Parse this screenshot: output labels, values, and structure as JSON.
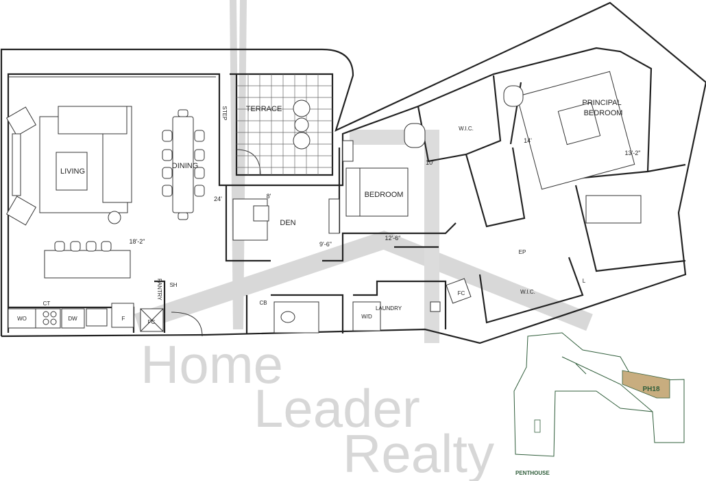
{
  "rooms": {
    "living": "LIVING",
    "dining": "DINING",
    "terrace": "TERRACE",
    "step": "STEP",
    "den": "DEN",
    "bedroom": "BEDROOM",
    "wic1": "W.I.C.",
    "principal_1": "PRINCIPAL",
    "principal_2": "BEDROOM",
    "wic2": "W.I.C.",
    "ep": "EP",
    "l": "L",
    "fc1": "FC",
    "fc2": "FC",
    "laundry": "LAUNDRY",
    "wd": "W/D",
    "cb": "CB",
    "wo": "WO",
    "ct": "CT",
    "dw": "DW",
    "f": "F",
    "pantry": "PANTRY",
    "sh": "SH"
  },
  "dimensions": {
    "living": "18'-2\"",
    "living_depth": "24'",
    "den_depth": "8'",
    "den_width": "9'-6\"",
    "bedroom_width": "12'-6\"",
    "bedroom_depth": "10'",
    "principal_depth": "14'",
    "principal_width": "13'-2\""
  },
  "watermark": [
    "Home",
    "Leader",
    "Realty"
  ],
  "keyplan": {
    "unit": "PH18",
    "level": "PENTHOUSE",
    "highlight_color": "#c8ad7f",
    "accent_color": "#2f5d3a"
  }
}
